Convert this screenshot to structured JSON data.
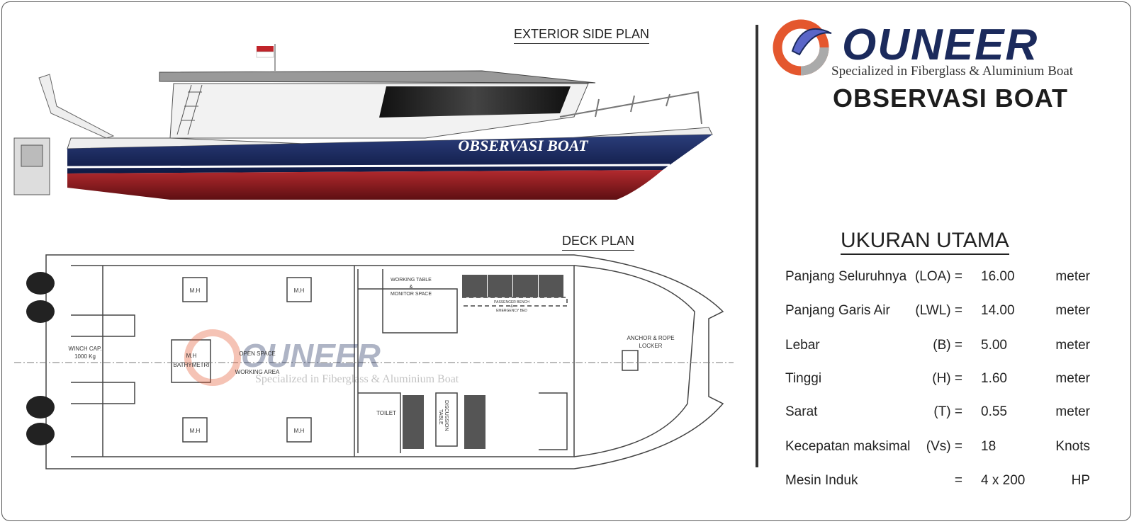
{
  "exterior_title": "EXTERIOR SIDE PLAN",
  "deck_title": "DECK PLAN",
  "hull_name": "OBSERVASI BOAT",
  "logo": {
    "word": "OUNEER",
    "tagline": "Specialized in Fiberglass & Aluminium Boat"
  },
  "boat_title": "OBSERVASI BOAT",
  "deck_labels": {
    "mh": "M.H",
    "mh_bathy": "M.H",
    "bathymetri": "BATHYMETRI",
    "winch1": "WINCH CAP.",
    "winch2": "1000 Kg",
    "open1": "OPEN SPACE",
    "open2": "WORKING AREA",
    "work1": "WORKING TABLE",
    "work2": "&",
    "work3": "MONITOR SPACE",
    "bench1": "PASSENGER BENCH",
    "bench2": "&",
    "bench3": "EMERGENCY BED",
    "toilet": "TOILET",
    "disc1": "DISCUSSION",
    "disc2": "TABLE",
    "anchor1": "ANCHOR & ROPE",
    "anchor2": "LOCKER"
  },
  "specs": {
    "title": "UKURAN UTAMA",
    "rows": [
      {
        "label": "Panjang Seluruhnya",
        "code": "(LOA) =",
        "value": "16.00",
        "unit": "meter"
      },
      {
        "label": "Panjang Garis Air",
        "code": "(LWL) =",
        "value": "14.00",
        "unit": "meter"
      },
      {
        "label": "Lebar",
        "code": "(B) =",
        "value": "5.00",
        "unit": "meter"
      },
      {
        "label": "Tinggi",
        "code": "(H) =",
        "value": "1.60",
        "unit": "meter"
      },
      {
        "label": "Sarat",
        "code": "(T) =",
        "value": "0.55",
        "unit": "meter"
      },
      {
        "label": "Kecepatan maksimal",
        "code": "(Vs) =",
        "value": "18",
        "unit": "Knots"
      },
      {
        "label": "Mesin Induk",
        "code": "=",
        "value": "4 x 200",
        "unit": "HP"
      }
    ]
  },
  "colors": {
    "hull_blue": "#1b2a5c",
    "hull_red": "#9a1c22",
    "logo_orange": "#e4572e"
  }
}
